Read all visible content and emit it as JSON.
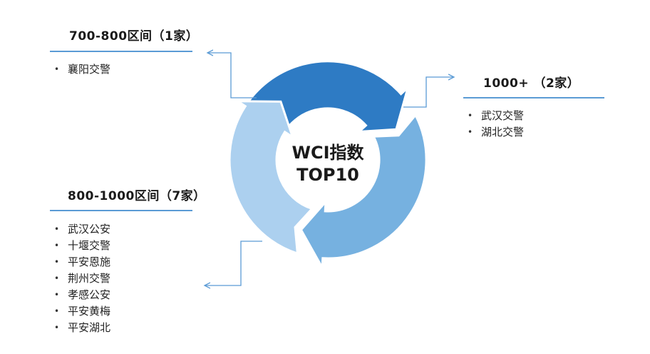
{
  "center": {
    "line1": "WCI指数",
    "line2": "TOP10"
  },
  "groups": {
    "top_left": {
      "title": "700-800区间（1家）",
      "items": [
        "襄阳交警"
      ]
    },
    "right": {
      "title": "1000+ （2家）",
      "items": [
        "武汉交警",
        "湖北交警"
      ]
    },
    "bottom_left": {
      "title": "800-1000区间（7家）",
      "items": [
        "武汉公安",
        "十堰交警",
        "平安恩施",
        "荆州交警",
        "孝感公安",
        "平安黄梅",
        "平安湖北"
      ]
    }
  },
  "colors": {
    "segment_dark": "#2e7bc4",
    "segment_mid": "#76b1e0",
    "segment_light": "#acd0ef",
    "accent_line": "#5b9bd5"
  }
}
